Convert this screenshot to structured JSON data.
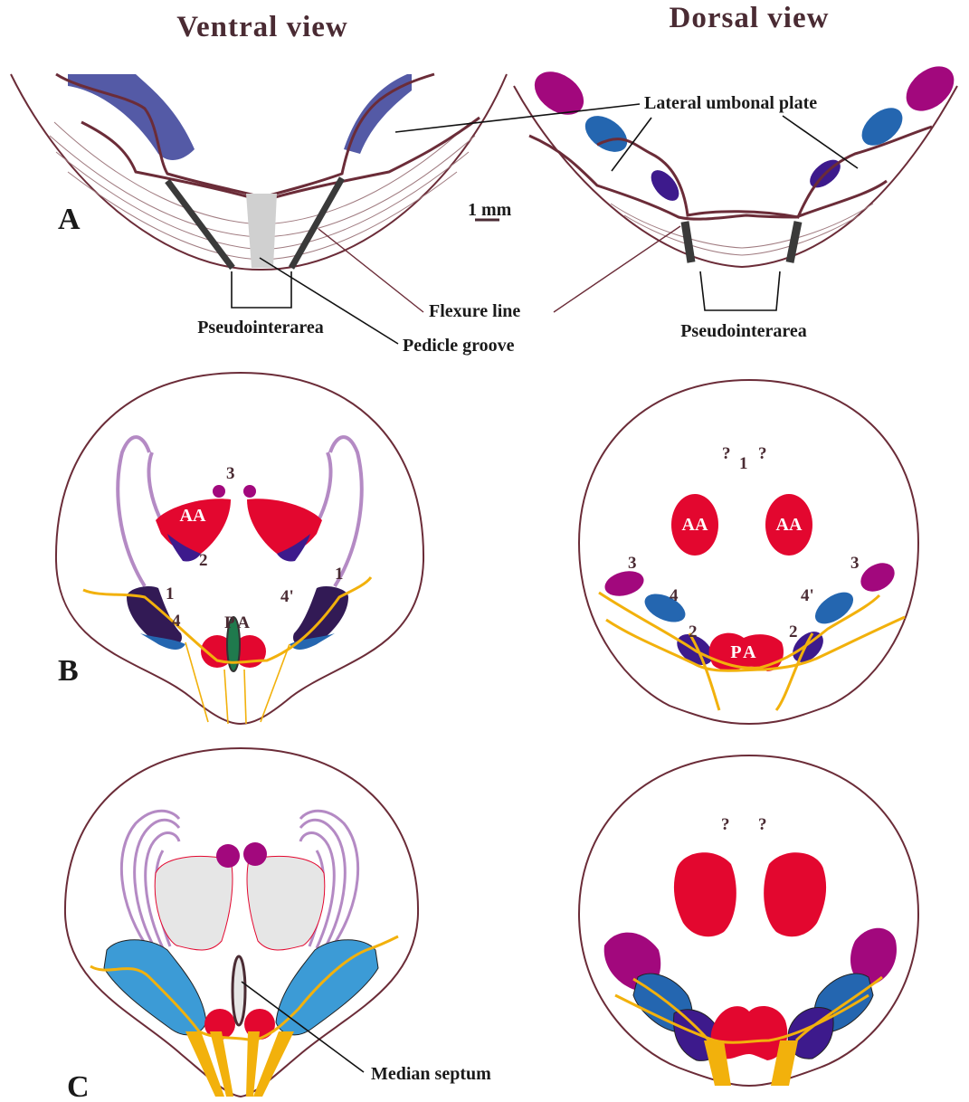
{
  "headers": {
    "ventral": "Ventral view",
    "dorsal": "Dorsal view"
  },
  "panels": {
    "a": "A",
    "b": "B",
    "c": "C"
  },
  "panel_a": {
    "lateral_umbonal_plate": "Lateral umbonal plate",
    "scale": "1 mm",
    "flexure_line": "Flexure line",
    "pseudointerarea_ventral": "Pseudointerarea",
    "pseudointerarea_dorsal": "Pseudointerarea",
    "pedicle_groove": "Pedicle groove"
  },
  "panel_b": {
    "ventral": {
      "aa": "AA",
      "pa": "PA",
      "n1_left": "1",
      "n1_right": "1",
      "n2": "2",
      "n3": "3",
      "n4": "4",
      "n4p": "4'"
    },
    "dorsal": {
      "q_left": "?",
      "n1": "1",
      "q_right": "?",
      "aa_left": "AA",
      "aa_right": "AA",
      "pa": "PA",
      "n3_left": "3",
      "n3_right": "3",
      "n4": "4",
      "n4p": "4'",
      "n2_left": "2",
      "n2_right": "2"
    }
  },
  "panel_c": {
    "median_septum": "Median septum",
    "q_left": "?",
    "q_right": "?"
  },
  "colors": {
    "outline": "#6b2c38",
    "red": "#e3072f",
    "magenta": "#a2087d",
    "indigo": "#3d1a8c",
    "dark_purple": "#321a55",
    "blue": "#2466b0",
    "light_blue": "#3c9bd6",
    "slate_blue": "#545aa6",
    "gold": "#f2b10c",
    "lavender": "#b48ac4",
    "green": "#1f7a4d",
    "grey": "#d0d0d0"
  }
}
